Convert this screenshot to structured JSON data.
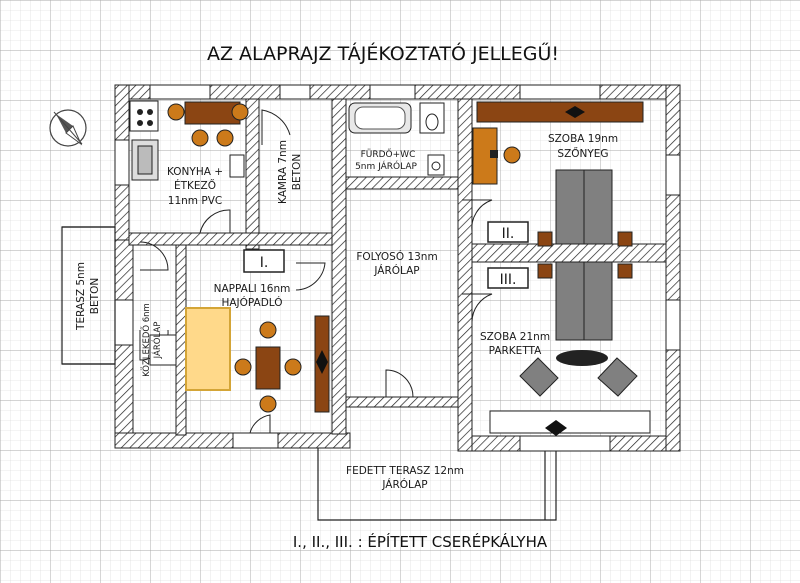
{
  "title": "AZ ALAPRAJZ TÁJÉKOZTATÓ JELLEGŰ!",
  "legend": "I., II., III.  :  ÉPÍTETT CSERÉPKÁLYHA",
  "rooms": {
    "konyha": {
      "line1": "KONYHA +",
      "line2": "ÉTKEZŐ",
      "line3": "11nm PVC"
    },
    "kamra": {
      "line1": "KAMRA 7nm",
      "line2": "BETON"
    },
    "furdo": {
      "line1": "FÜRDŐ+WC",
      "line2": "5nm JÁRÓLAP"
    },
    "szoba19": {
      "line1": "SZOBA 19nm",
      "line2": "SZŐNYEG"
    },
    "terasz5": {
      "line1": "TERASZ 5nm",
      "line2": "BETON"
    },
    "kozlekedo": {
      "line1": "KÖZLEKEDŐ 6nm",
      "line2": "JÁRÓLAP"
    },
    "nappali": {
      "line1": "NAPPALI 16nm",
      "line2": "HAJÓPADLÓ"
    },
    "folyoso": {
      "line1": "FOLYOSÓ 13nm",
      "line2": "JÁRÓLAP"
    },
    "szoba21": {
      "line1": "SZOBA 21nm",
      "line2": "PARKETTA"
    },
    "fedett": {
      "line1": "FEDETT TERASZ 12nm",
      "line2": "JÁRÓLAP"
    }
  },
  "stoves": {
    "i": "I.",
    "ii": "II.",
    "iii": "III."
  },
  "colors": {
    "grid": "#c8c8c8",
    "wall": "#222222",
    "wood": "#8b4513",
    "sofa": "#ffd98a",
    "bed": "#808080",
    "stove": "#e8e8e8"
  },
  "icons": {
    "compass": "north-arrow-icon"
  }
}
